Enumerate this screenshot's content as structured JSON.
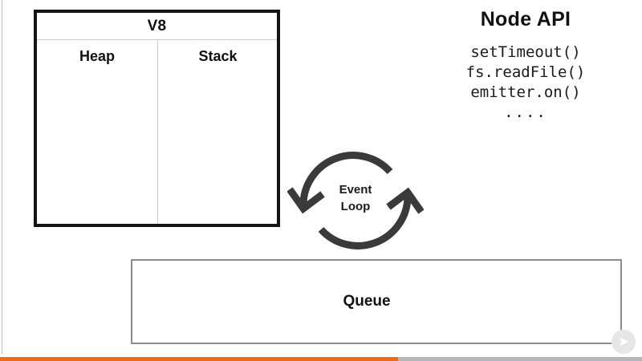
{
  "slide": {
    "background_color": "#ffffff",
    "text_color": "#111111"
  },
  "v8": {
    "title": "V8",
    "border_color": "#141414",
    "cells": [
      {
        "label": "Heap"
      },
      {
        "label": "Stack"
      }
    ]
  },
  "node_api": {
    "title": "Node API",
    "items": [
      "setTimeout()",
      "fs.readFile()",
      "emitter.on()",
      "...."
    ]
  },
  "event_loop": {
    "line1": "Event",
    "line2": "Loop",
    "stroke_color": "#3a3a3a",
    "left_arrow_name": "arrow-down-into-queue",
    "right_arrow_name": "arrow-up-from-queue"
  },
  "queue": {
    "label": "Queue",
    "border_color": "#8c8c8c"
  },
  "watermark": {
    "glyph": "➤"
  },
  "progress": {
    "percent": 62,
    "fill_color": "#ec6a1e",
    "track_color": "#b4b8bd"
  }
}
